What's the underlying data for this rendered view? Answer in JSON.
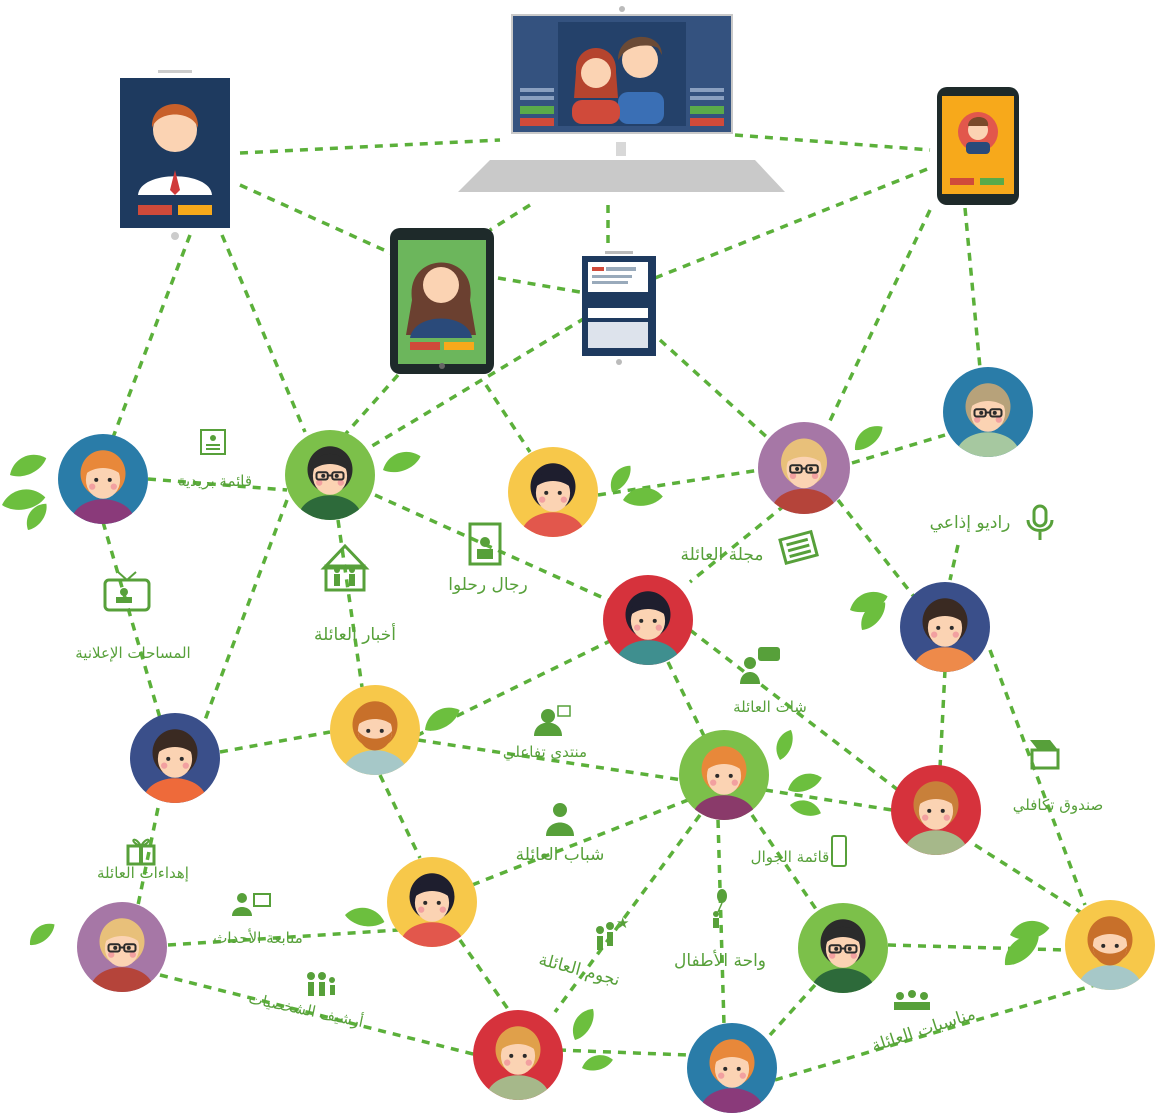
{
  "colors": {
    "line": "#5bb03a",
    "text": "#57a03a",
    "leaf": "#6cbf3e",
    "skin": "#fbd3b3",
    "monitor_bg": "#34527f",
    "tablet_bg": "#1e3a5f",
    "phone_screen": "#f7a91b",
    "tablet_green": "#6cb65c"
  },
  "labels": {
    "mailing_list": "قائمة بريدية",
    "ad_spaces": "المساحات الإعلانية",
    "family_news": "أخبار العائلة",
    "departed_men": "رجال رحلوا",
    "family_magazine": "مجلة العائلة",
    "radio": "راديو إذاعي",
    "family_chat": "شات العائلة",
    "interactive_forum": "منتدي تفاعلي",
    "solidarity_fund": "صندوق تكافلي",
    "family_youth": "شباب العائلة",
    "mobile_list": "قائمة الجوال",
    "family_gifts": "إهداءات العائلة",
    "events_tracking": "متابعة الأحداث",
    "family_stars": "نجوم العائلة",
    "kids_oasis": "واحة الأطفال",
    "figures_archive": "أرشيف الشخصيات",
    "family_occasions": "مناسبات العائلة"
  },
  "devices": [
    {
      "name": "desktop-monitor",
      "icon": "monitor-icon"
    },
    {
      "name": "tablet-left",
      "icon": "tablet-icon"
    },
    {
      "name": "tablet-green",
      "icon": "tablet-icon"
    },
    {
      "name": "phone-right",
      "icon": "phone-icon"
    },
    {
      "name": "chat-device",
      "icon": "chat-device-icon"
    }
  ],
  "people": [
    {
      "name": "woman-blue",
      "bg": "#2a7ca8",
      "hair": "#e8883a",
      "shirt": "#8a3a7a",
      "glasses": false,
      "beard": false
    },
    {
      "name": "man-glasses-top",
      "bg": "#7cc04a",
      "hair": "#2b2b2b",
      "shirt": "#2d6a3a",
      "glasses": true,
      "beard": false
    },
    {
      "name": "girl-yellow",
      "bg": "#f7c84a",
      "hair": "#1e1e2e",
      "shirt": "#e2574c",
      "glasses": false,
      "beard": false
    },
    {
      "name": "grandma-purple",
      "bg": "#a677a6",
      "hair": "#e8c07a",
      "shirt": "#b5443a",
      "glasses": true,
      "beard": false
    },
    {
      "name": "grandpa-blue",
      "bg": "#2a7ca8",
      "hair": "#b7a27a",
      "shirt": "#a6c8a0",
      "glasses": true,
      "beard": false
    },
    {
      "name": "girl-red-center",
      "bg": "#d6323c",
      "hair": "#1e1e2e",
      "shirt": "#3f8f8f",
      "glasses": false,
      "beard": false
    },
    {
      "name": "woman-navy",
      "bg": "#3a4f8a",
      "hair": "#3a2a22",
      "shirt": "#ee8a4a",
      "glasses": false,
      "beard": false
    },
    {
      "name": "woman-navy-left",
      "bg": "#3a4f8a",
      "hair": "#3a2a22",
      "shirt": "#ee6a3a",
      "glasses": false,
      "beard": false
    },
    {
      "name": "bearded-man-yellow",
      "bg": "#f7c84a",
      "hair": "#c8702a",
      "shirt": "#a6c8c8",
      "glasses": false,
      "beard": true
    },
    {
      "name": "boy-green",
      "bg": "#7cc04a",
      "hair": "#e8883a",
      "shirt": "#8a3a6a",
      "glasses": false,
      "beard": false
    },
    {
      "name": "boy-red-right",
      "bg": "#d6323c",
      "hair": "#c8803a",
      "shirt": "#a6b88a",
      "glasses": false,
      "beard": false
    },
    {
      "name": "girl-yellow-low",
      "bg": "#f7c84a",
      "hair": "#1e1e2e",
      "shirt": "#e2574c",
      "glasses": false,
      "beard": false
    },
    {
      "name": "grandma-purple-low",
      "bg": "#a677a6",
      "hair": "#e8c07a",
      "shirt": "#b5443a",
      "glasses": true,
      "beard": false
    },
    {
      "name": "man-glasses-low",
      "bg": "#7cc04a",
      "hair": "#2b2b2b",
      "shirt": "#2d6a3a",
      "glasses": true,
      "beard": false
    },
    {
      "name": "bearded-man-right",
      "bg": "#f7c84a",
      "hair": "#c8702a",
      "shirt": "#a6c8c8",
      "glasses": false,
      "beard": true
    },
    {
      "name": "boy-red-bottom",
      "bg": "#d6323c",
      "hair": "#e0a04a",
      "shirt": "#a6b88a",
      "glasses": false,
      "beard": false
    },
    {
      "name": "woman-blue-bottom",
      "bg": "#2a7ca8",
      "hair": "#e8883a",
      "shirt": "#8a3a7a",
      "glasses": false,
      "beard": false
    }
  ]
}
